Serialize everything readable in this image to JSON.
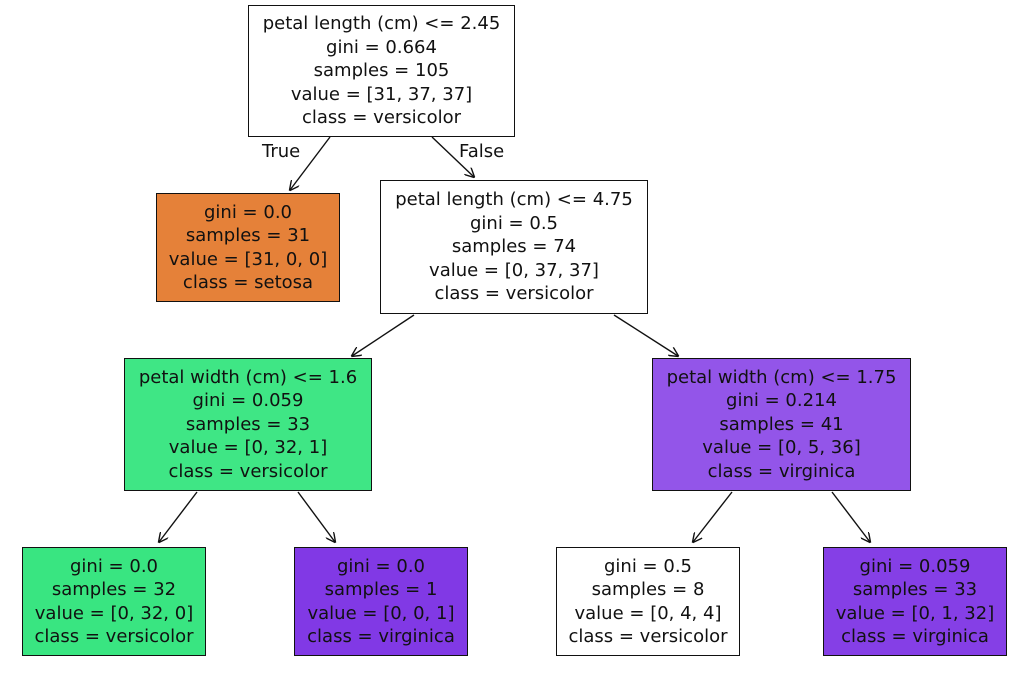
{
  "tree": {
    "nodes": [
      {
        "id": "root",
        "condition": "petal length (cm) <= 2.45",
        "gini": "gini = 0.664",
        "samples": "samples = 105",
        "value": "value = [31, 37, 37]",
        "class": "class = versicolor",
        "fill": "#ffffff"
      },
      {
        "id": "left",
        "condition": "",
        "gini": "gini = 0.0",
        "samples": "samples = 31",
        "value": "value = [31, 0, 0]",
        "class": "class = setosa",
        "fill": "#e58139"
      },
      {
        "id": "right",
        "condition": "petal length (cm) <= 4.75",
        "gini": "gini = 0.5",
        "samples": "samples = 74",
        "value": "value = [0, 37, 37]",
        "class": "class = versicolor",
        "fill": "#ffffff"
      },
      {
        "id": "right-left",
        "condition": "petal width (cm) <= 1.6",
        "gini": "gini = 0.059",
        "samples": "samples = 33",
        "value": "value = [0, 32, 1]",
        "class": "class = versicolor",
        "fill": "#3fe685"
      },
      {
        "id": "right-right",
        "condition": "petal width (cm) <= 1.75",
        "gini": "gini = 0.214",
        "samples": "samples = 41",
        "value": "value = [0, 5, 36]",
        "class": "class = virginica",
        "fill": "#9355e9"
      },
      {
        "id": "rl-left",
        "condition": "",
        "gini": "gini = 0.0",
        "samples": "samples = 32",
        "value": "value = [0, 32, 0]",
        "class": "class = versicolor",
        "fill": "#39e581"
      },
      {
        "id": "rl-right",
        "condition": "",
        "gini": "gini = 0.0",
        "samples": "samples = 1",
        "value": "value = [0, 0, 1]",
        "class": "class = virginica",
        "fill": "#8139e5"
      },
      {
        "id": "rr-left",
        "condition": "",
        "gini": "gini = 0.5",
        "samples": "samples = 8",
        "value": "value = [0, 4, 4]",
        "class": "class = versicolor",
        "fill": "#ffffff"
      },
      {
        "id": "rr-right",
        "condition": "",
        "gini": "gini = 0.059",
        "samples": "samples = 33",
        "value": "value = [0, 1, 32]",
        "class": "class = virginica",
        "fill": "#853fe6"
      }
    ],
    "edge_labels": {
      "true": "True",
      "false": "False"
    }
  }
}
